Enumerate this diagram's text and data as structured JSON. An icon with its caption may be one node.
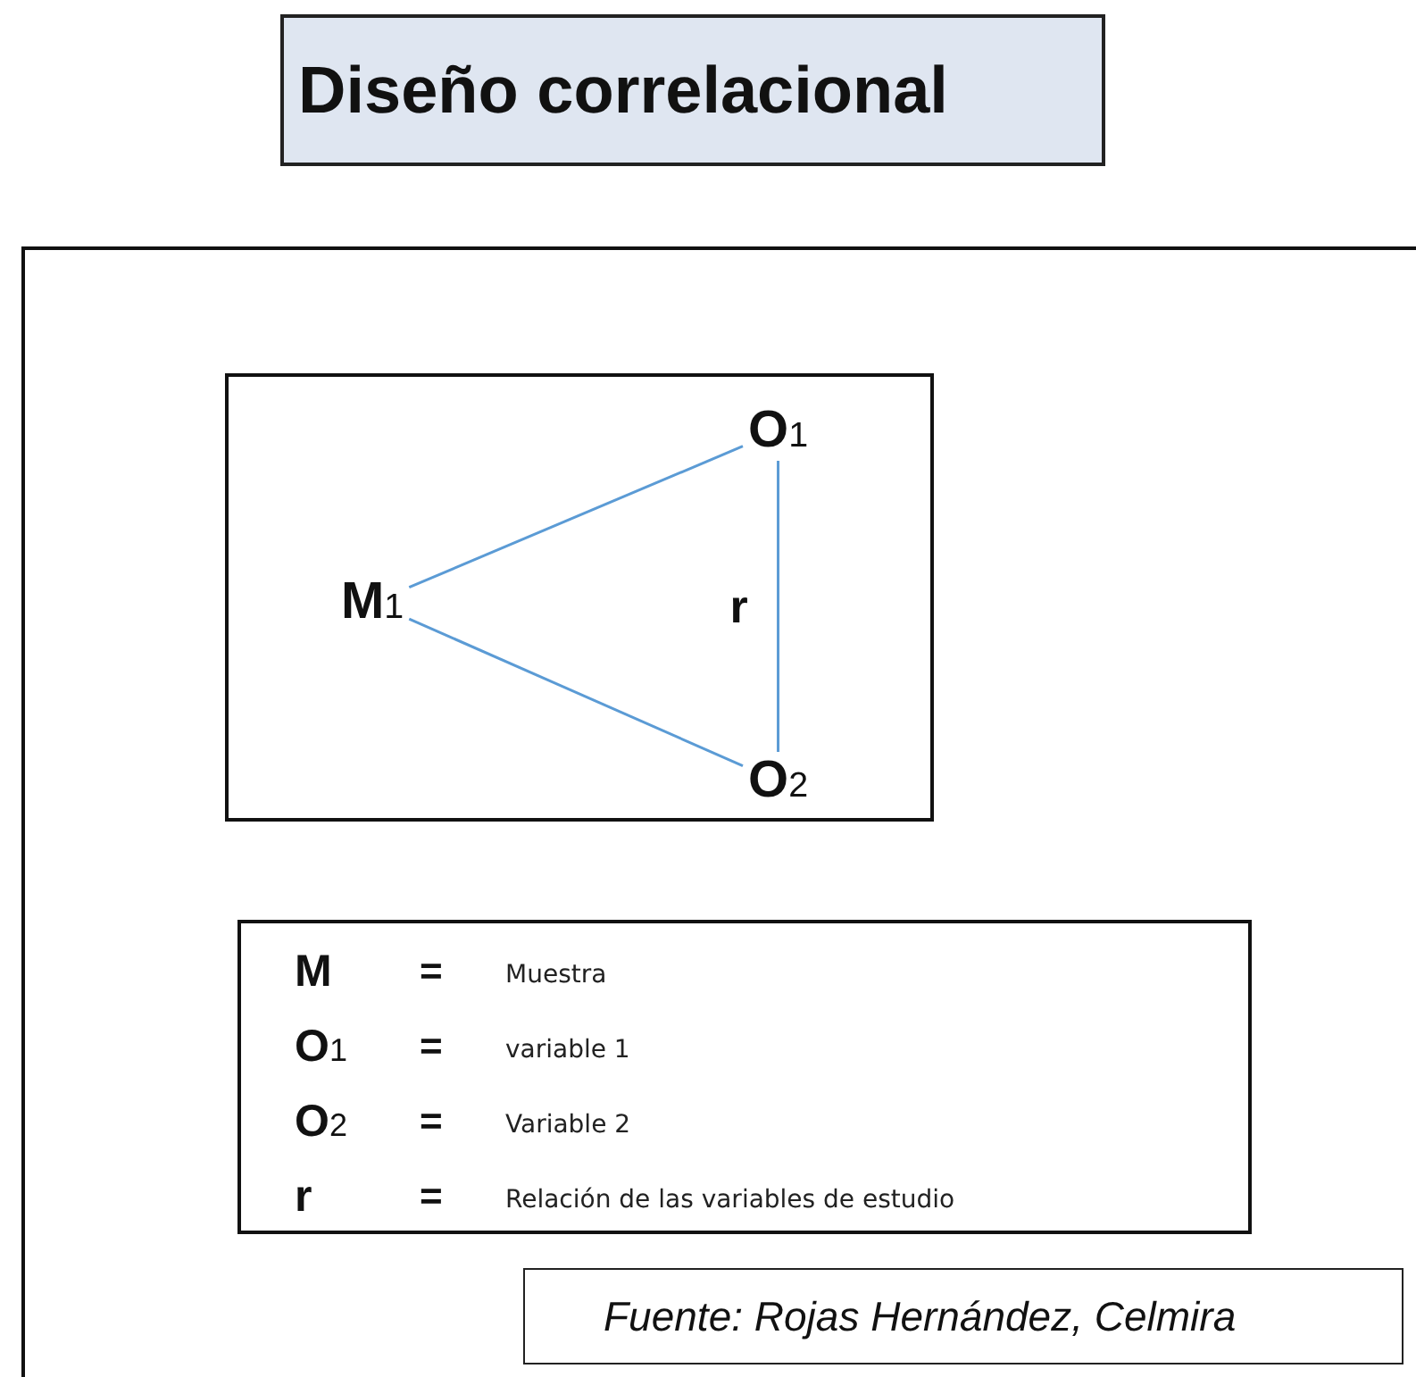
{
  "diagram": {
    "title": "Diseño correlacional",
    "nodes": [
      {
        "text": [],
        "shape": "box"
      },
      {
        "text": [],
        "shape": "box",
        "in": 0
      },
      {
        "text": [
          "M$_{1}$"
        ],
        "in": 1
      },
      {
        "text": [
          "O$_{1}$"
        ],
        "in": 1
      },
      {
        "text": [
          "O$_{2}$"
        ],
        "in": 1
      },
      {
        "text": [],
        "shape": "box",
        "in": 0
      },
      {
        "text": [
          "Fuente: Rojas Hernández, Celmira"
        ],
        "in": 0
      }
    ],
    "edges": [
      {
        "from": 2,
        "to": 3,
        "arrow": "none"
      },
      {
        "from": 2,
        "to": 4,
        "arrow": "none"
      },
      {
        "from": 3,
        "to": 4,
        "arrow": "none",
        "label": "r"
      }
    ],
    "labels": [
      "M",
      "=",
      "Muestra",
      "O$_{1}$",
      "=",
      "variable 1",
      "O$_{2}$",
      "=",
      "Variable 2",
      "r",
      "=",
      "Relación de las variables de estudio"
    ]
  }
}
